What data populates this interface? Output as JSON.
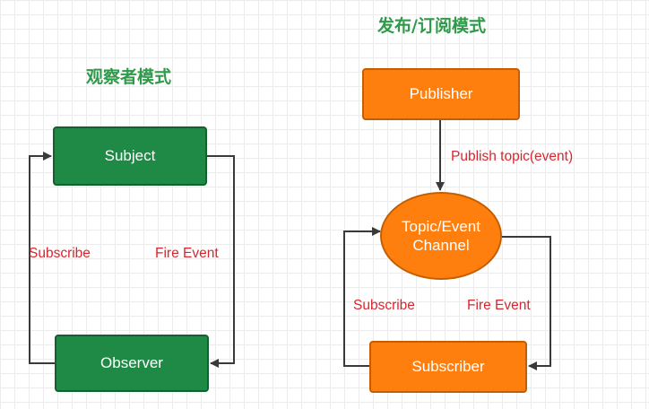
{
  "observer_pattern": {
    "title": "观察者模式",
    "subject_label": "Subject",
    "observer_label": "Observer",
    "subscribe_label": "Subscribe",
    "fire_event_label": "Fire Event"
  },
  "pubsub_pattern": {
    "title": "发布/订阅模式",
    "publisher_label": "Publisher",
    "publish_edge_label": "Publish topic(event)",
    "channel_line1": "Topic/Event",
    "channel_line2": "Channel",
    "subscriber_label": "Subscriber",
    "subscribe_label": "Subscribe",
    "fire_event_label": "Fire Event"
  },
  "colors": {
    "title_green": "#2e9a4a",
    "node_green": "#1f8a45",
    "node_orange": "#ff7f0e",
    "label_red": "#d8262e",
    "connector": "#3a3a3a"
  }
}
